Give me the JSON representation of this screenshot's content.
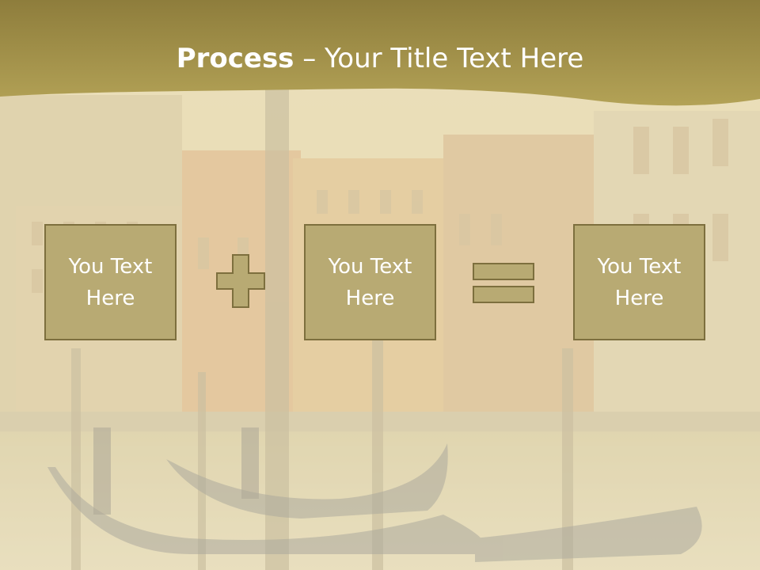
{
  "slide": {
    "title_bold": "Process",
    "title_rest": " – Your Title Text Here",
    "boxes": [
      {
        "text": "You Text Here"
      },
      {
        "text": "You Text Here"
      },
      {
        "text": "You Text Here"
      }
    ],
    "operators": [
      "plus-icon",
      "equals-icon"
    ]
  },
  "colors": {
    "header": "#a8954a",
    "box_fill": "#b8aa73",
    "box_border": "#7d6f3e",
    "text": "#ffffff"
  }
}
